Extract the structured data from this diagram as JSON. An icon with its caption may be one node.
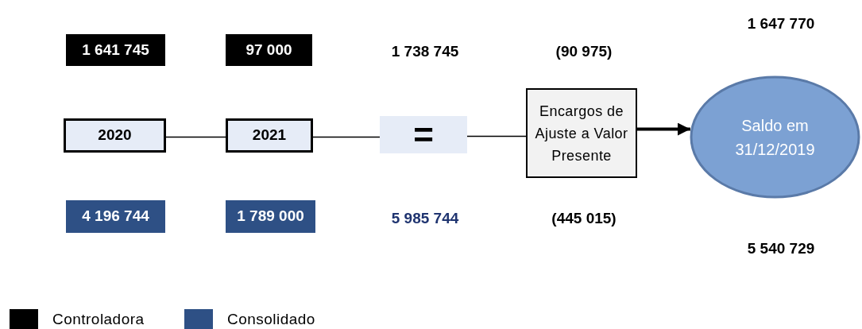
{
  "diagram": {
    "nodes": [
      {
        "text": [
          "1 641 745"
        ]
      },
      {
        "text": [
          "97 000"
        ]
      },
      {
        "text": [
          "2020"
        ]
      },
      {
        "text": [
          "2021"
        ]
      },
      {
        "text": [
          "="
        ]
      },
      {
        "text": [
          "Encargos de Ajuste a Valor Presente"
        ]
      },
      {
        "text": [
          "Saldo em 31/12/2019"
        ]
      },
      {
        "text": [
          "4 196 744"
        ]
      },
      {
        "text": [
          "1 789 000"
        ]
      }
    ],
    "edges": [
      {
        "from": 2,
        "to": 3,
        "arrow": "none"
      },
      {
        "from": 3,
        "to": 4,
        "arrow": "none"
      },
      {
        "from": 4,
        "to": 5,
        "arrow": "none"
      },
      {
        "from": 5,
        "to": 6,
        "arrow": "to",
        "style": "thick"
      }
    ],
    "labels": [
      "1 647 770",
      "1 738 745",
      "(90 975)",
      "5 985 744",
      "(445 015)",
      "5 540 729"
    ],
    "legend": [
      {
        "text": "Controladora",
        "color": "#000000"
      },
      {
        "text": "Consolidado",
        "color": "#2e5085"
      }
    ]
  }
}
